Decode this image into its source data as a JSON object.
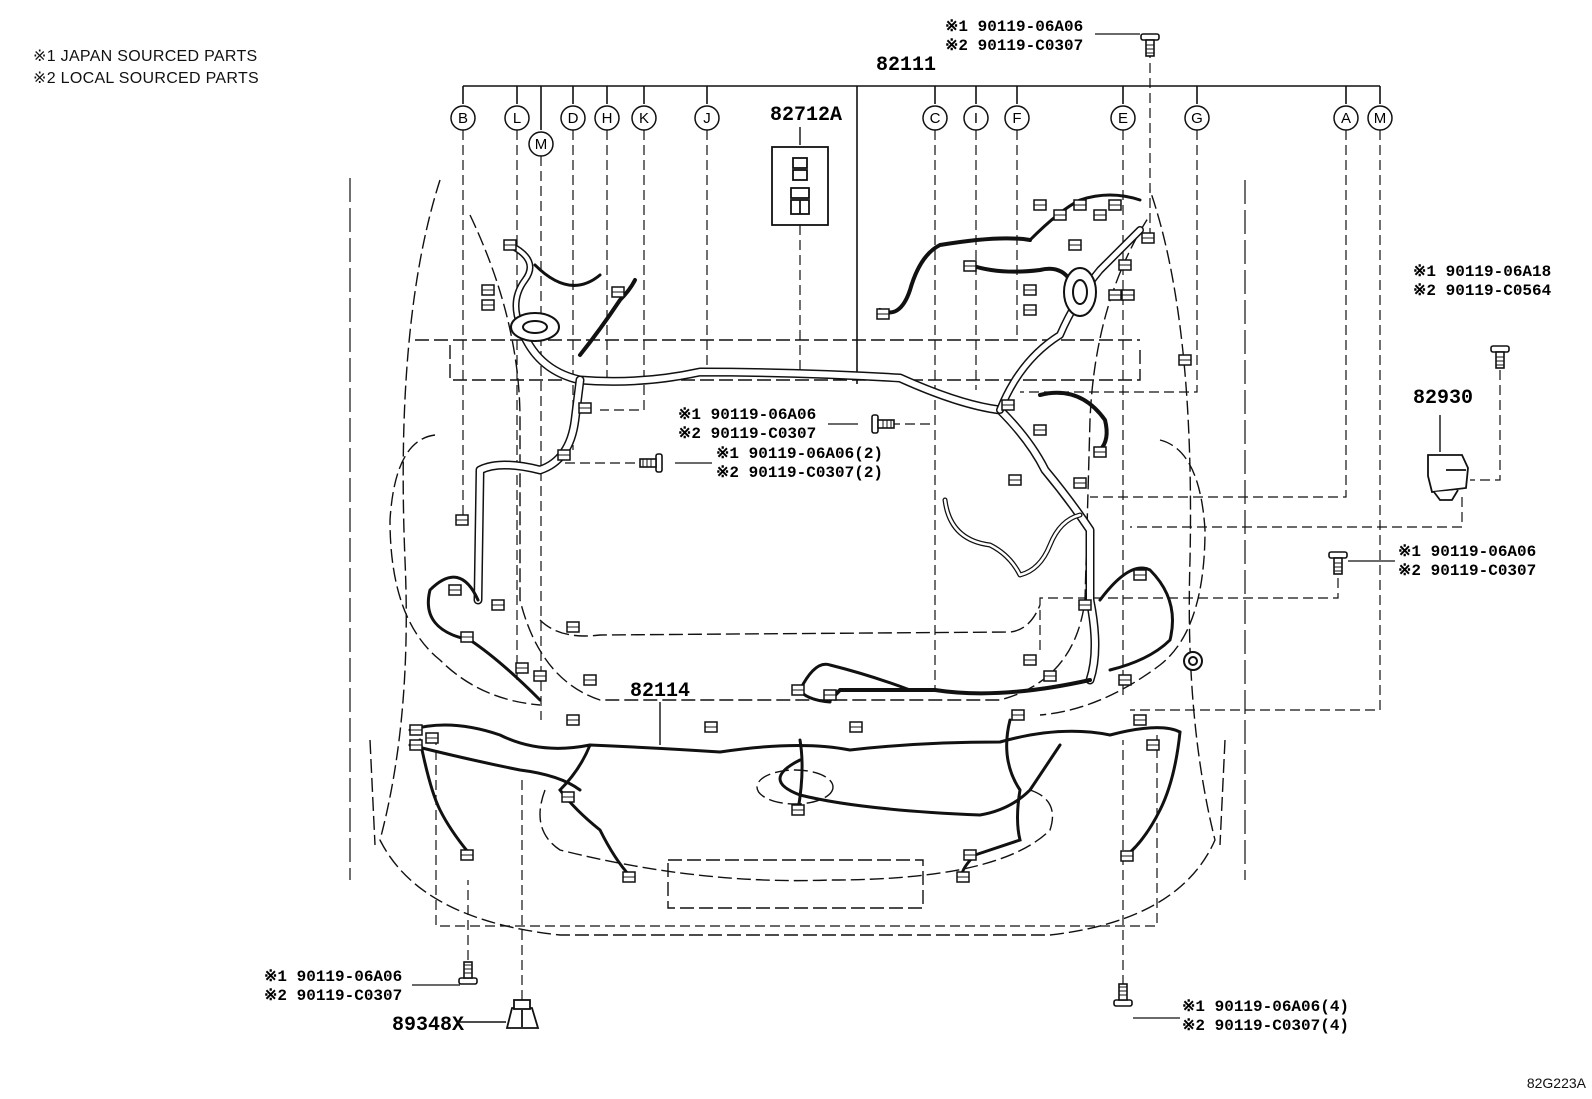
{
  "legend": {
    "note1": "※1 JAPAN SOURCED PARTS",
    "note2": "※2 LOCAL SOURCED PARTS"
  },
  "parts": {
    "main_harness": "82111",
    "relay_block": "82712A",
    "front_harness": "82114",
    "relay": "82930",
    "clamp": "89348X"
  },
  "callouts": {
    "top_right_bolt": [
      "※1 90119-06A06",
      "※2 90119-C0307"
    ],
    "center_bolt": [
      "※1 90119-06A06",
      "※2 90119-C0307"
    ],
    "center_bolt_2": [
      "※1 90119-06A06(2)",
      "※2 90119-C0307(2)"
    ],
    "relay_bolt": [
      "※1 90119-06A18",
      "※2 90119-C0564"
    ],
    "right_bolt": [
      "※1 90119-06A06",
      "※2 90119-C0307"
    ],
    "bottom_left_bolt": [
      "※1 90119-06A06",
      "※2 90119-C0307"
    ],
    "bottom_right_bolt": [
      "※1 90119-06A06(4)",
      "※2 90119-C0307(4)"
    ]
  },
  "connector_letters": [
    "B",
    "L",
    "M",
    "D",
    "H",
    "K",
    "J",
    "C",
    "I",
    "F",
    "E",
    "G",
    "A",
    "M"
  ],
  "reference_code": "82G223A",
  "icons": [
    "bolt-icon",
    "clamp-icon",
    "relay-icon",
    "relay-block-icon"
  ]
}
